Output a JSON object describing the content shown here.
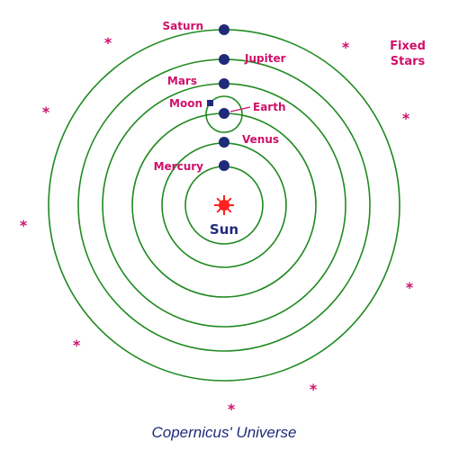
{
  "caption": "Copernicus' Universe",
  "colors": {
    "orbit": "#1f8a1f",
    "planet": "#1f2a7a",
    "label": "#d0106a",
    "sun": "#ff2020",
    "sun_label": "#1f2a7a",
    "caption": "#1f2a7a",
    "star": "#d0106a"
  },
  "sun": {
    "label": "Sun"
  },
  "fixed_stars": {
    "line1": "Fixed",
    "line2": "Stars"
  },
  "planets": [
    {
      "id": "mercury",
      "label": "Mercury"
    },
    {
      "id": "venus",
      "label": "Venus"
    },
    {
      "id": "earth",
      "label": "Earth"
    },
    {
      "id": "moon",
      "label": "Moon"
    },
    {
      "id": "mars",
      "label": "Mars"
    },
    {
      "id": "jupiter",
      "label": "Jupiter"
    },
    {
      "id": "saturn",
      "label": "Saturn"
    }
  ],
  "star_glyph": "*"
}
